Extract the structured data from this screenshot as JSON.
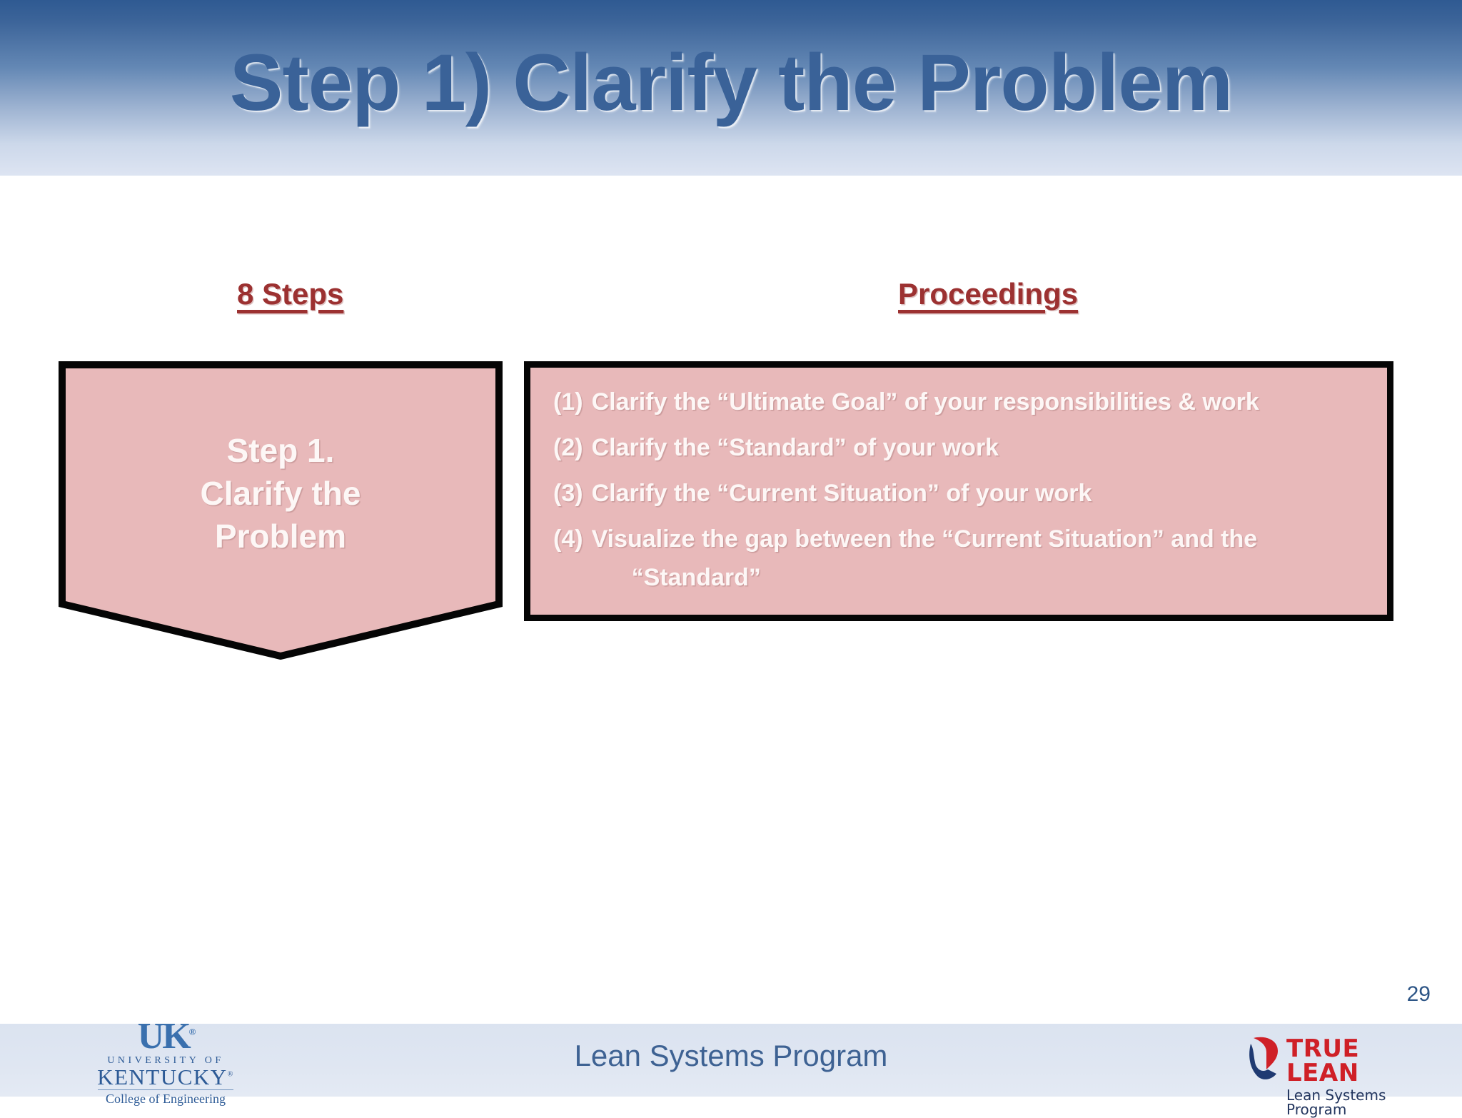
{
  "slide": {
    "title": "Step 1) Clarify the Problem",
    "page_number": "29",
    "title_color": "#3a6298",
    "heading_color": "#9c3131",
    "box_fill_color": "#e8b9ba",
    "box_border_color": "#050505",
    "box_text_color": "#fdf7f6"
  },
  "columns": {
    "left_heading": "8 Steps",
    "right_heading": "Proceedings"
  },
  "step_shape": {
    "line1": "Step 1.",
    "line2": "Clarify the",
    "line3": "Problem"
  },
  "proceedings": {
    "items": [
      {
        "num": "(1)",
        "text": "Clarify the “Ultimate Goal” of your responsibilities & work",
        "continuation": ""
      },
      {
        "num": "(2)",
        "text": "Clarify the “Standard” of your work",
        "continuation": ""
      },
      {
        "num": "(3)",
        "text": "Clarify the “Current Situation” of your work",
        "continuation": ""
      },
      {
        "num": "(4)",
        "text": "Visualize the gap between the “Current Situation” and the",
        "continuation": "“Standard”"
      }
    ]
  },
  "footer": {
    "center_text": "Lean Systems Program",
    "bar_color": "#dfe6f2",
    "text_color": "#3e6293",
    "uk_logo": {
      "monogram": "UK",
      "registered": "®",
      "university_of": "UNIVERSITY OF",
      "kentucky": "KENTUCKY",
      "trademark": "®",
      "college": "College of Engineering",
      "color": "#2c5a96"
    },
    "true_lean_logo": {
      "title": "TRUE LEAN",
      "subtitle": "Lean Systems Program",
      "title_color": "#cf2027",
      "subtitle_color": "#22355e"
    }
  }
}
